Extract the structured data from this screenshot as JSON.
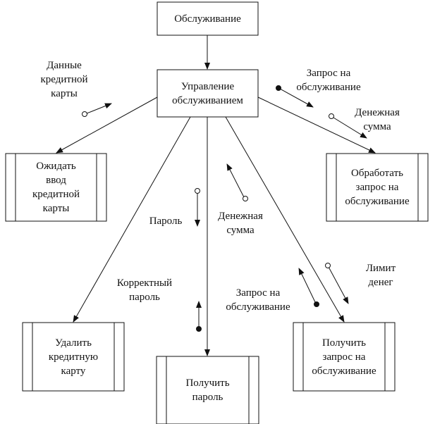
{
  "nodes": {
    "service": "Обслуживание",
    "manage": "Управление\nобслуживанием",
    "wait_card": "Ожидать\nввод\nкредитной\nкарты",
    "process_request": "Обработать\nзапрос на\nобслуживание",
    "remove_card": "Удалить\nкредитную\nкарту",
    "get_password": "Получить\nпароль",
    "get_request": "Получить\nзапрос на\nобслуживание"
  },
  "labels": {
    "card_data": "Данные\nкредитной\nкарты",
    "request_top": "Запрос на\nобслуживание",
    "amount_top": "Денежная\nсумма",
    "password": "Пароль",
    "amount_mid": "Денежная\nсумма",
    "correct_password": "Корректный\nпароль",
    "request_bottom": "Запрос на\nобслуживание",
    "limit": "Лимит\nденег"
  }
}
